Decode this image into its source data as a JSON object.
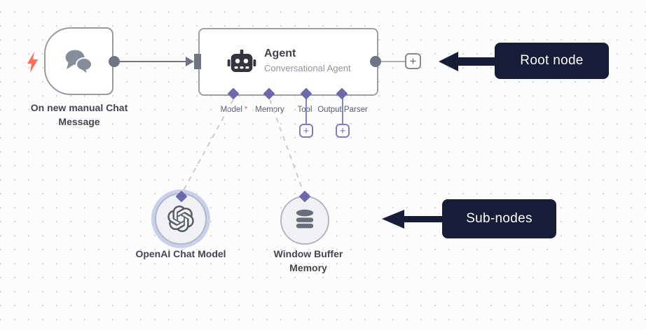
{
  "colors": {
    "canvas_bg": "#fcfcfd",
    "grid_dot": "#d7d7de",
    "connector_gray": "#6d7484",
    "port_diamond_purple": "#6c69aa",
    "purple_accent": "#7f7cc6",
    "dashed_connection": "#c9ccd4",
    "annotation_navy": "#171c38",
    "trigger_bolt_red": "#ff6c5c",
    "required_red": "#f0605a",
    "openai_ring_lavender": "#cbcfee"
  },
  "trigger_node": {
    "label": "On new manual Chat Message"
  },
  "agent_node": {
    "title": "Agent",
    "subtitle": "Conversational Agent"
  },
  "ports": [
    {
      "label": "Model",
      "required_marker": "*"
    },
    {
      "label": "Memory"
    },
    {
      "label": "Tool"
    },
    {
      "label": "Output Parser"
    }
  ],
  "sub_nodes": [
    {
      "label": "OpenAI Chat Model"
    },
    {
      "label": "Window Buffer Memory"
    }
  ],
  "annotations": {
    "root": {
      "label": "Root node"
    },
    "sub": {
      "label": "Sub-nodes"
    }
  },
  "icons": {
    "plus": "+"
  }
}
